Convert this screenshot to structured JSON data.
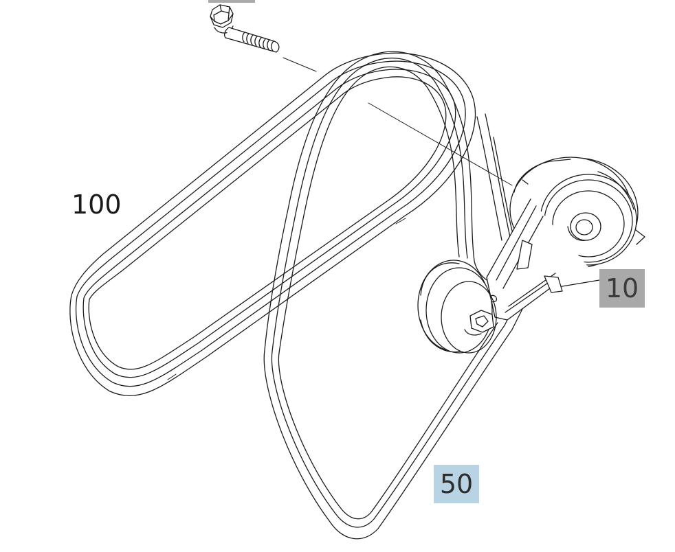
{
  "diagram": {
    "callouts": [
      {
        "id": "100",
        "label": "100",
        "part": "belt"
      },
      {
        "id": "10",
        "label": "10",
        "part": "tensioner"
      },
      {
        "id": "50",
        "label": "50",
        "part": "belt"
      }
    ],
    "colors": {
      "line": "#1a1a1a",
      "callout_highlight_gray": "#a9a9a9",
      "callout_highlight_blue": "#b7d3e4",
      "background": "#ffffff"
    }
  }
}
